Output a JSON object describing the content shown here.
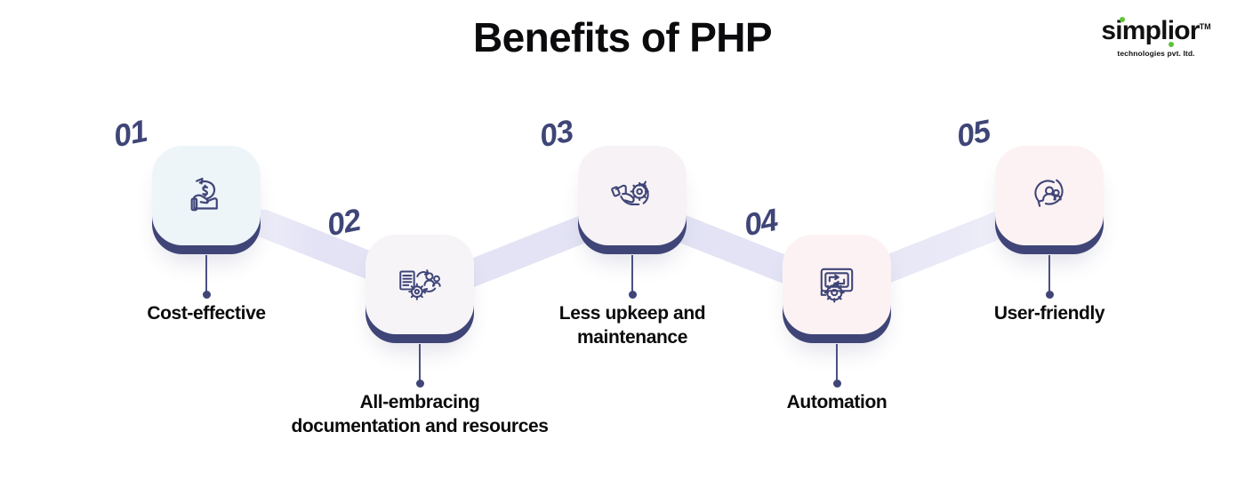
{
  "header": {
    "title": "Benefits of PHP"
  },
  "logo": {
    "wordmark": "simplior",
    "trademark": "TM",
    "tagline": "technologies pvt. ltd.",
    "accent_color": "#5cc437",
    "text_color": "#111112"
  },
  "theme": {
    "navy": "#3f4577",
    "ribbon": "#e6e6f6",
    "tile_blue": "#eef5f9",
    "tile_pink": "#fdf2f3",
    "title_color": "#0b0b0d"
  },
  "steps": [
    {
      "number": "01",
      "label": "Cost-effective",
      "icon": "hand-holding-money-icon",
      "tile_color": "#eef5f9",
      "position": "top"
    },
    {
      "number": "02",
      "label": "All-embracing\ndocumentation and resources",
      "icon": "document-people-gear-icon",
      "tile_color": "#f6f4f7",
      "position": "bottom"
    },
    {
      "number": "03",
      "label": "Less upkeep and\nmaintenance",
      "icon": "hand-gear-maintenance-icon",
      "tile_color": "#f7f2f5",
      "position": "top"
    },
    {
      "number": "04",
      "label": "Automation",
      "icon": "monitor-gear-automation-icon",
      "tile_color": "#fdf2f3",
      "position": "bottom"
    },
    {
      "number": "05",
      "label": "User-friendly",
      "icon": "users-refresh-cycle-icon",
      "tile_color": "#fdf2f3",
      "position": "top"
    }
  ]
}
